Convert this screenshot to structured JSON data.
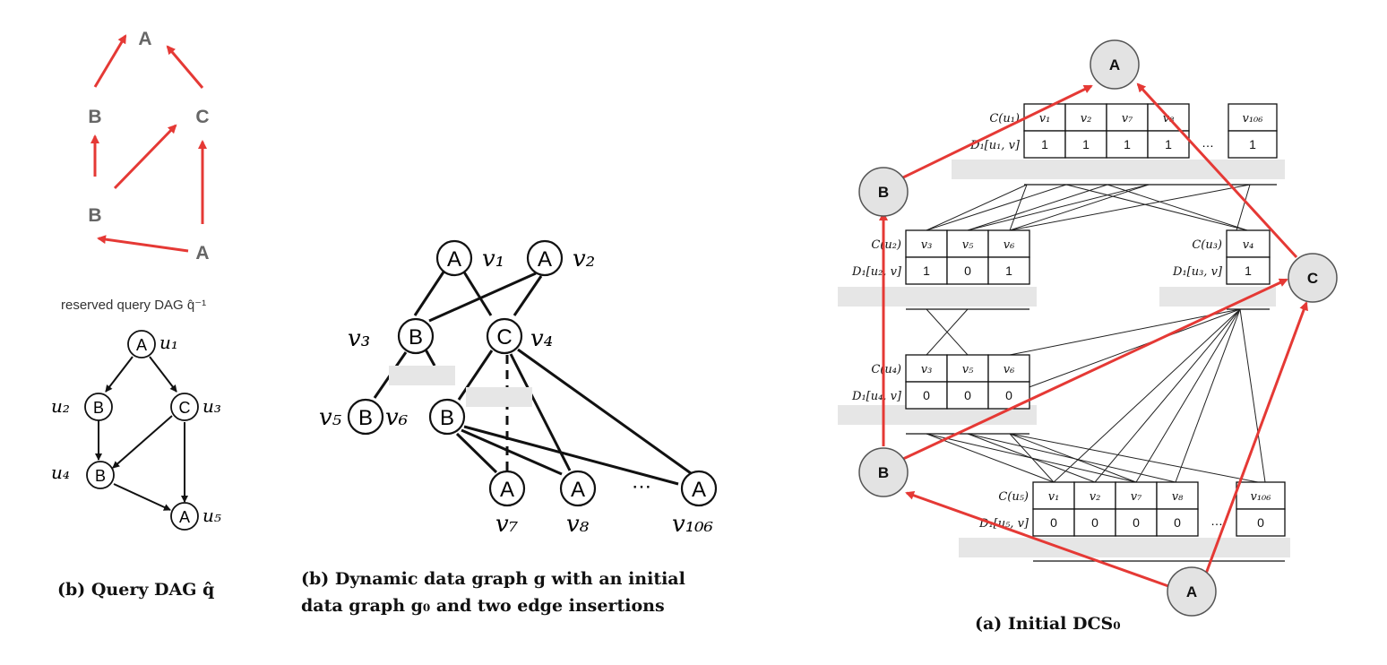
{
  "reserved_dag": {
    "nodes": [
      {
        "id": "rA1",
        "label": "A"
      },
      {
        "id": "rB1",
        "label": "B"
      },
      {
        "id": "rC",
        "label": "C"
      },
      {
        "id": "rB2",
        "label": "B"
      },
      {
        "id": "rA2",
        "label": "A"
      }
    ],
    "caption": "reserved query DAG q̂⁻¹"
  },
  "query_dag": {
    "nodes": [
      {
        "id": "u1",
        "label": "A",
        "name": "u₁"
      },
      {
        "id": "u2",
        "label": "B",
        "name": "u₂"
      },
      {
        "id": "u3",
        "label": "C",
        "name": "u₃"
      },
      {
        "id": "u4",
        "label": "B",
        "name": "u₄"
      },
      {
        "id": "u5",
        "label": "A",
        "name": "u₅"
      }
    ],
    "caption": "(b) Query DAG q̂"
  },
  "data_graph": {
    "nodes": [
      {
        "id": "v1",
        "label": "A",
        "name": "v₁"
      },
      {
        "id": "v2",
        "label": "A",
        "name": "v₂"
      },
      {
        "id": "v3",
        "label": "B",
        "name": "v₃"
      },
      {
        "id": "v4",
        "label": "C",
        "name": "v₄"
      },
      {
        "id": "v5",
        "label": "B",
        "name": "v₅"
      },
      {
        "id": "v6",
        "label": "B",
        "name": "v₆"
      },
      {
        "id": "v7",
        "label": "A",
        "name": "v₇"
      },
      {
        "id": "v8",
        "label": "A",
        "name": "v₈"
      },
      {
        "id": "v106",
        "label": "A",
        "name": "v₁₀₆"
      }
    ],
    "ellipsis": "⋯",
    "caption_line1": "(b) Dynamic data graph g with an initial",
    "caption_line2": "data graph g₀ and two edge insertions"
  },
  "dcs": {
    "tables": [
      {
        "id": "t1",
        "c_label": "C(u₁)",
        "d_label": "D₁[u₁, v]",
        "cells": [
          "v₁",
          "v₂",
          "v₇",
          "v₈"
        ],
        "values": [
          "1",
          "1",
          "1",
          "1"
        ],
        "last_cell": "v₁₀₆",
        "last_value": "1"
      },
      {
        "id": "t2",
        "c_label": "C(u₂)",
        "d_label": "D₁[u₂, v]",
        "cells": [
          "v₃",
          "v₅",
          "v₆"
        ],
        "values": [
          "1",
          "0",
          "1"
        ]
      },
      {
        "id": "t3",
        "c_label": "C(u₃)",
        "d_label": "D₁[u₃, v]",
        "cells": [
          "v₄"
        ],
        "values": [
          "1"
        ]
      },
      {
        "id": "t4",
        "c_label": "C(u₄)",
        "d_label": "D₁[u₄, v]",
        "cells": [
          "v₃",
          "v₅",
          "v₆"
        ],
        "values": [
          "0",
          "0",
          "0"
        ]
      },
      {
        "id": "t5",
        "c_label": "C(u₅)",
        "d_label": "D₁[u₅, v]",
        "cells": [
          "v₁",
          "v₂",
          "v₇",
          "v₈"
        ],
        "values": [
          "0",
          "0",
          "0",
          "0"
        ],
        "last_cell": "v₁₀₆",
        "last_value": "0"
      }
    ],
    "ellipsis": "…",
    "overlay_nodes": [
      {
        "id": "oA1",
        "label": "A"
      },
      {
        "id": "oB1",
        "label": "B"
      },
      {
        "id": "oC",
        "label": "C"
      },
      {
        "id": "oB2",
        "label": "B"
      },
      {
        "id": "oA2",
        "label": "A"
      }
    ],
    "caption": "(a) Initial DCS₀"
  },
  "colors": {
    "arrow": "#e53935",
    "gray_letter": "#666666",
    "node_fill": "#e3e3e3"
  }
}
